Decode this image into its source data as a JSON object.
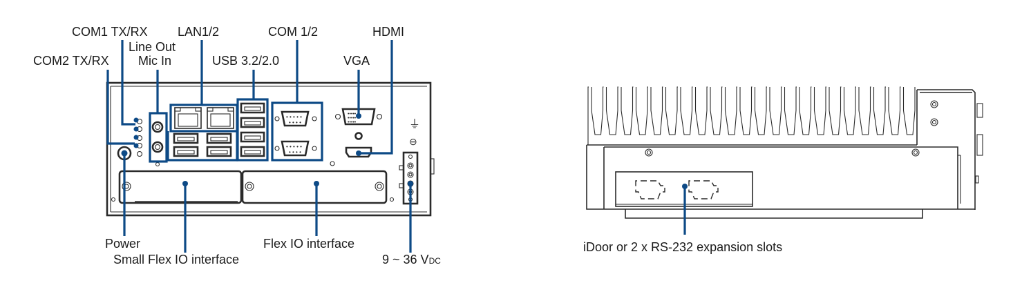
{
  "front_view": {
    "labels": {
      "com1": "COM1 TX/RX",
      "lan": "LAN1/2",
      "line_out": "Line Out",
      "mic_in": "Mic In",
      "com2": "COM2 TX/RX",
      "usb": "USB 3.2/2.0",
      "com12": "COM 1/2",
      "vga": "VGA",
      "hdmi": "HDMI",
      "power": "Power",
      "small_flex": "Small Flex IO interface",
      "flex": "Flex IO interface",
      "dc_main": "9 ~ 36 V",
      "dc_sub": "DC"
    },
    "symbols": {
      "ground": "⏚",
      "minus": "⊖"
    }
  },
  "side_view": {
    "labels": {
      "idoor": "iDoor or 2 x RS-232 expansion slots"
    }
  },
  "colors": {
    "callout": "#0d4a86",
    "outline": "#2a2a2a",
    "text": "#1a1a1a"
  }
}
